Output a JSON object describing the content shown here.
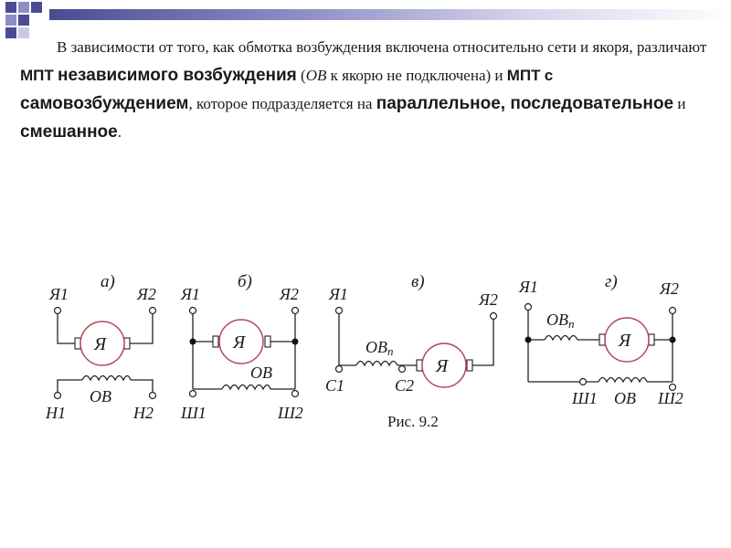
{
  "text": {
    "p1": "В зависимости от того, как обмотка возбуждения включена относительно сети и якоря, различают",
    "mpt1": "МПТ",
    "kw_independent": "независимого возбуждения",
    "paren_open": "(",
    "ov_italic": "ОВ",
    "paren_rest": "к якорю не подключена) и",
    "mpt2": "МПТ",
    "s": "с",
    "kw_self": "самовозбуждением",
    "p2": ", которое подразделяется на",
    "kw_parallel": "параллельное, последовательное",
    "and": "и",
    "kw_mixed": "смешанное",
    "period": "."
  },
  "figure": {
    "caption": "Рис. 9.2",
    "a": {
      "tag": "а)",
      "t1": "Я1",
      "t2": "Я2",
      "armature": "Я",
      "winding": "ОВ",
      "b1": "Н1",
      "b2": "Н2"
    },
    "b": {
      "tag": "б)",
      "t1": "Я1",
      "t2": "Я2",
      "armature": "Я",
      "winding": "ОВ",
      "b1": "Ш1",
      "b2": "Ш2"
    },
    "c": {
      "tag": "в)",
      "t1": "Я1",
      "t2": "Я2",
      "armature": "Я",
      "winding": "ОВ",
      "winding_sub": "п",
      "b1": "С1",
      "b2": "С2"
    },
    "d": {
      "tag": "г)",
      "t1": "Я1",
      "t2": "Я2",
      "armature": "Я",
      "winding_top": "ОВ",
      "winding_top_sub": "п",
      "winding": "ОВ",
      "b1": "Ш1",
      "b2": "Ш2"
    }
  },
  "colors": {
    "armature_circle": "#b04a55",
    "wire": "#222222",
    "accent": "#4b4b93"
  }
}
